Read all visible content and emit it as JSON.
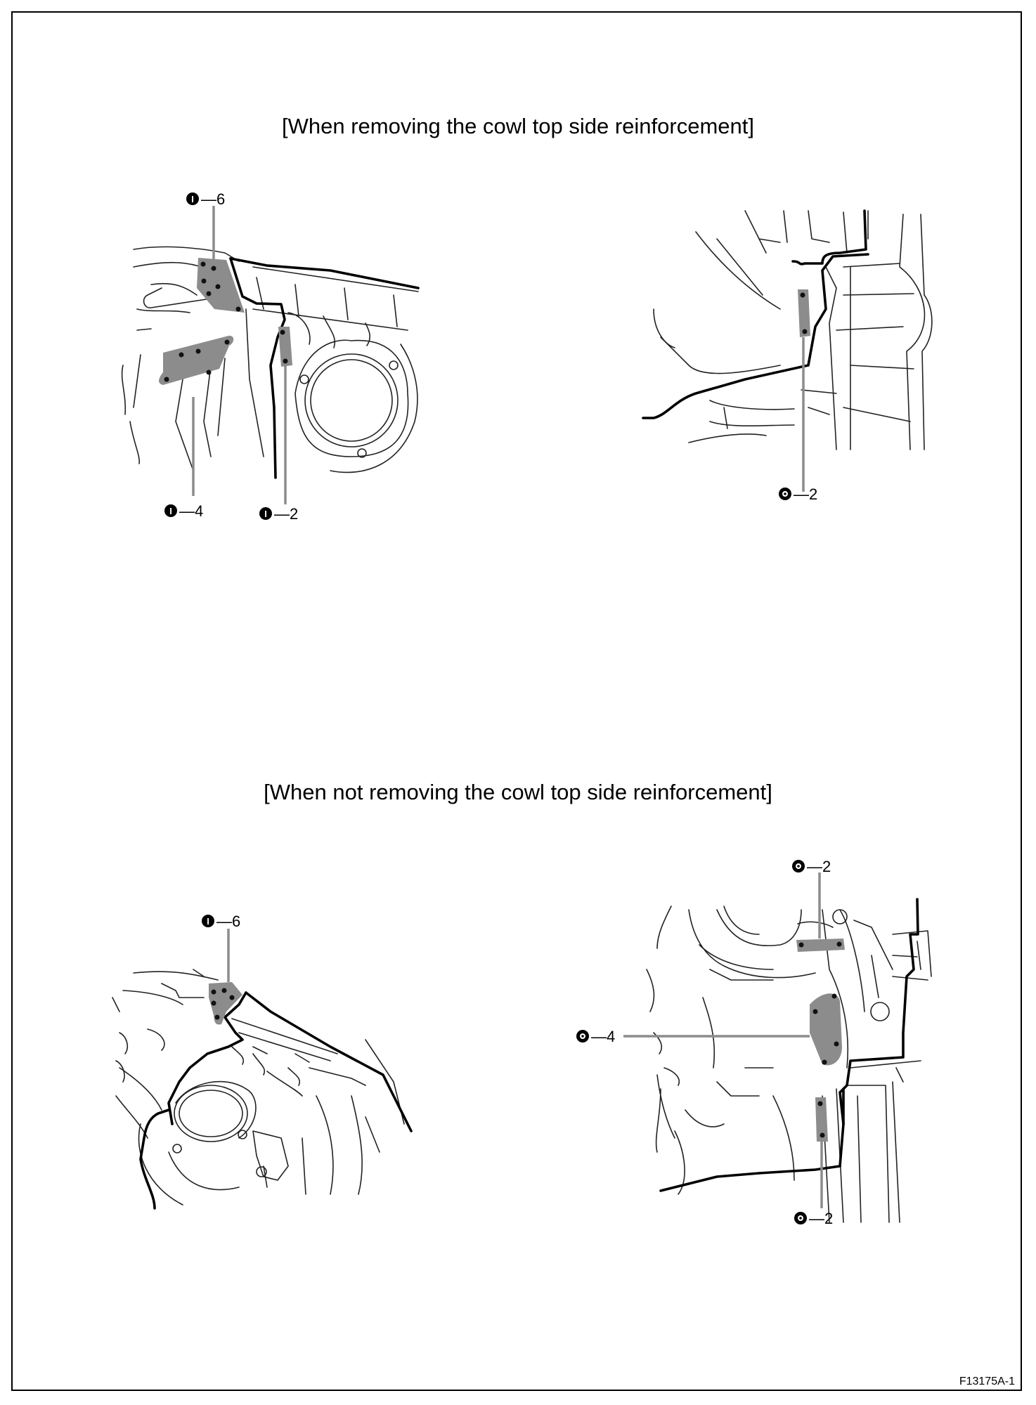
{
  "section1": {
    "title": "[When removing the cowl top side reinforcement]"
  },
  "section2": {
    "title": "[When not removing the cowl top side reinforcement]"
  },
  "callouts": {
    "s1_left_top": "—6",
    "s1_left_mid": "—4",
    "s1_left_bottom": "—2",
    "s1_right": "—2",
    "s2_left": "—6",
    "s2_right_top": "—2",
    "s2_right_mid": "—4",
    "s2_right_bottom": "—2"
  },
  "weld_symbols": {
    "spot_weld_icon_letter": "I",
    "plug_weld_icon": "plug-weld-icon",
    "weld_zone_color": "#8c8c8c"
  },
  "figure_code": "F13175A-1"
}
